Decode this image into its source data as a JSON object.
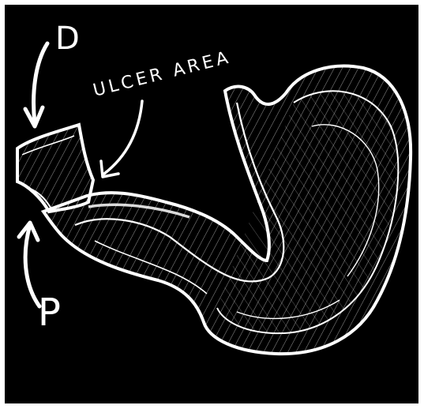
{
  "labels": {
    "duodenum": "D",
    "pylorus": "P",
    "ulcer": "ULCER AREA"
  },
  "colors": {
    "background": "#000000",
    "ink": "#ffffff",
    "border": "#ffffff"
  }
}
